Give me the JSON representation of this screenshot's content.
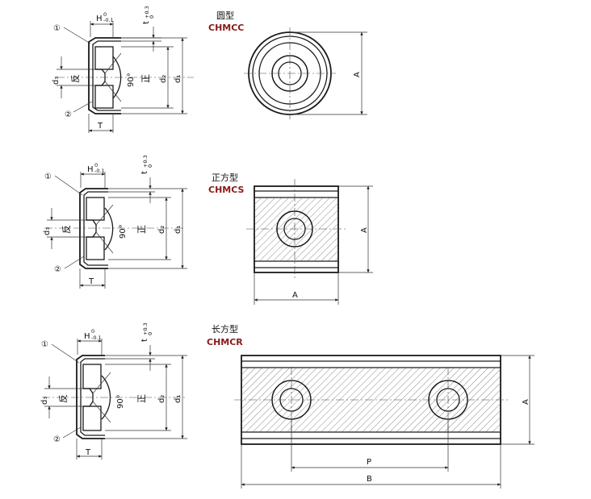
{
  "colors": {
    "code": "#8b1a1a",
    "line": "#1a1a1a"
  },
  "labels": {
    "H": "H",
    "H_tol": "-0.1",
    "H_tol_top": "0",
    "t": "t",
    "t_tol_top": "+0.3",
    "t_tol_bot": "0",
    "d3": "d₃",
    "d2": "d₂",
    "d1": "d₁",
    "fan": "反",
    "zheng": "正",
    "angle": "90°",
    "T": "T",
    "callout1": "①",
    "callout2": "②",
    "A": "A",
    "P": "P",
    "B": "B"
  },
  "round": {
    "name": "圆型",
    "code": "CHMCC"
  },
  "square": {
    "name": "正方型",
    "code": "CHMCS"
  },
  "rect": {
    "name": "长方型",
    "code": "CHMCR"
  }
}
